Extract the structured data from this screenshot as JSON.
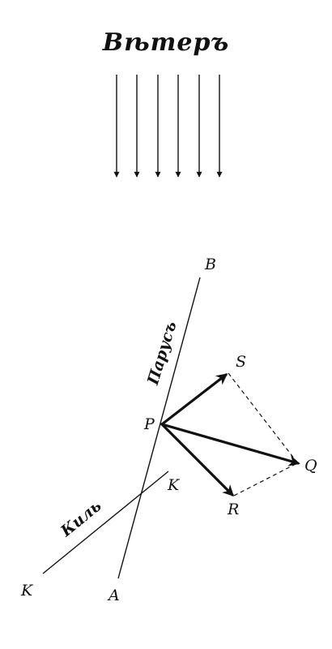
{
  "title": "Вѣтеръ",
  "labels": {
    "sail_word": "Парусъ",
    "keel_word": "Киль",
    "point_a": "A",
    "point_b": "B",
    "point_p": "P",
    "point_q": "Q",
    "point_r": "R",
    "point_s": "S",
    "point_k_left": "K",
    "point_k_right": "K"
  },
  "colors": {
    "ink": "#111111",
    "background": "#ffffff"
  }
}
